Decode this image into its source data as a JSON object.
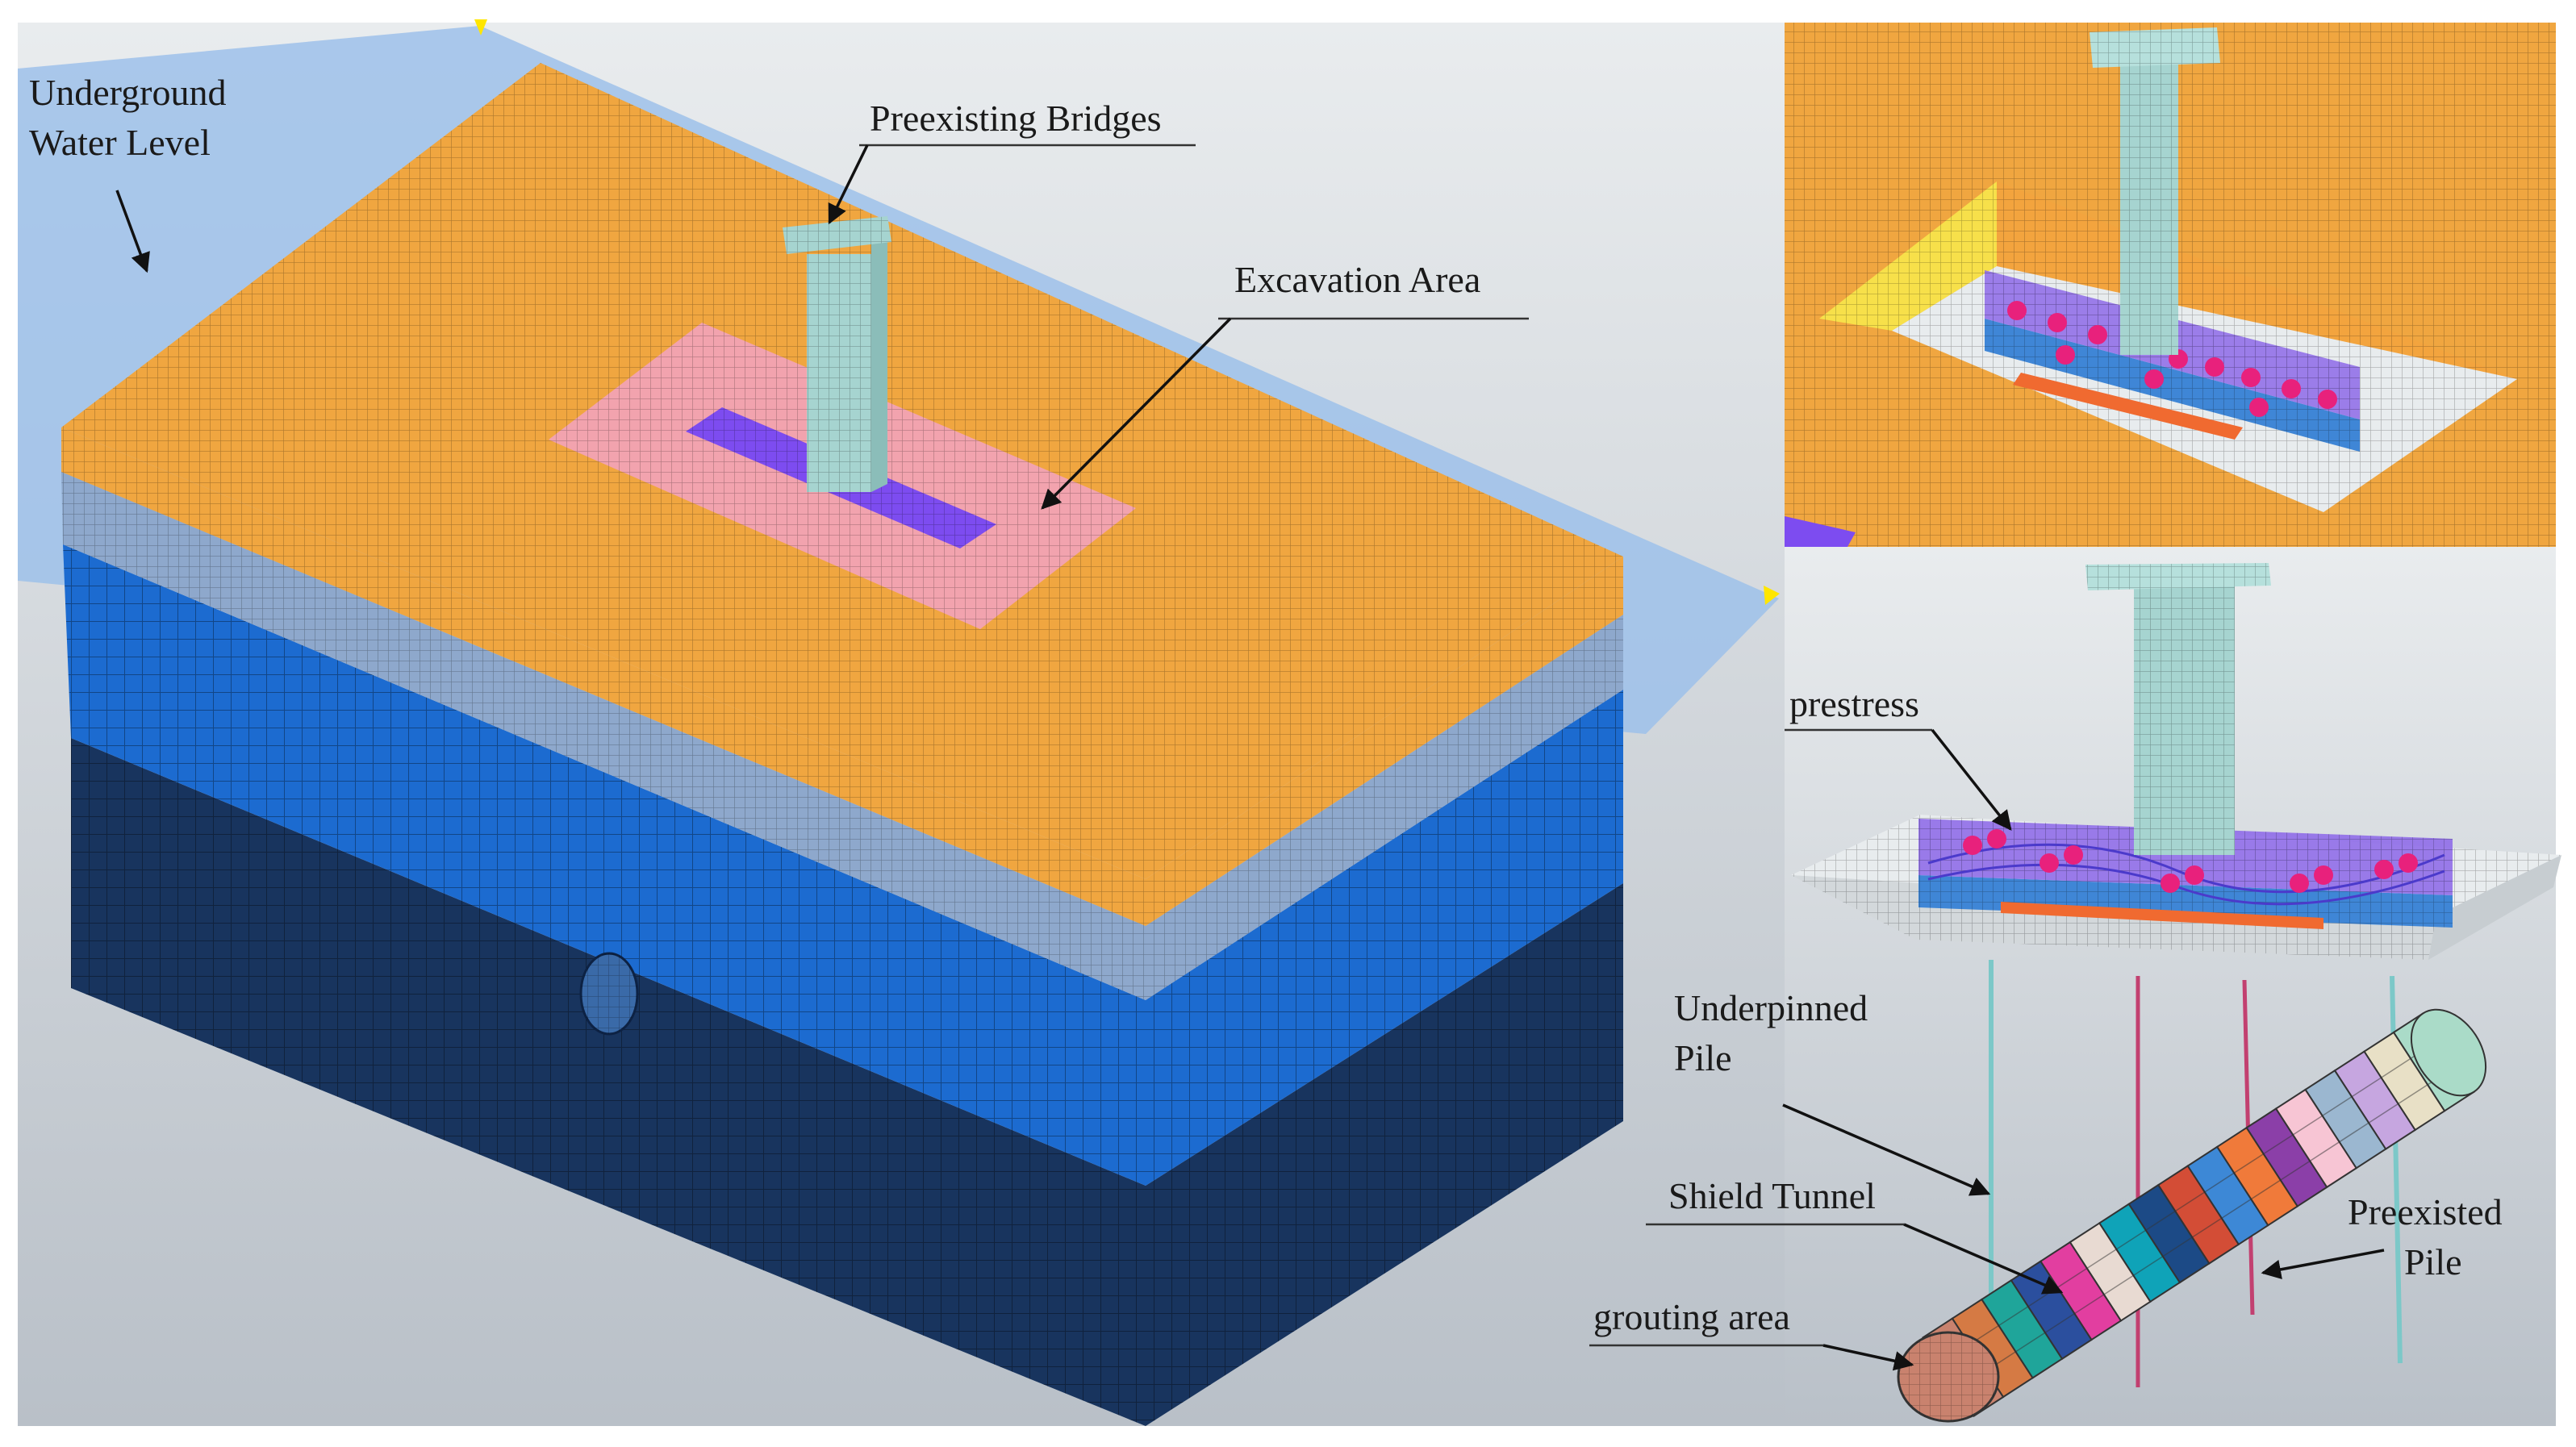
{
  "labels": {
    "water_level": [
      "Underground",
      "Water Level"
    ],
    "bridges": "Preexisting Bridges",
    "excavation": "Excavation Area",
    "prestress": "prestress",
    "underpinned_pile": [
      "Underpinned",
      "Pile"
    ],
    "shield_tunnel": "Shield Tunnel",
    "preexisted_pile": [
      "Preexisted",
      "Pile"
    ],
    "grouting": "grouting area"
  },
  "colors": {
    "soil_top": "#f0a640",
    "soil_light": "#8ea8cc",
    "soil_mid": "#1c6bd0",
    "soil_deep": "#18345e",
    "excavation": "#f2a3ae",
    "cap": "#7d4cf0",
    "pier": "#a6d4d0",
    "water": "#9dc1ea",
    "prestress": "#e8217c",
    "platform": "#e8ecee",
    "beam": "#f06a30"
  },
  "tunnel_ring_colors": [
    "#c9826e",
    "#d57a44",
    "#1fa59a",
    "#2b4f9e",
    "#e23ea0",
    "#e8dad2",
    "#0fa3b8",
    "#1c4a86",
    "#d34d36",
    "#3d88d6",
    "#f07a3a",
    "#8b3fa8",
    "#f7c5d4",
    "#9bb7d0",
    "#c6a6e0",
    "#e8e0c6",
    "#aadbc8"
  ]
}
